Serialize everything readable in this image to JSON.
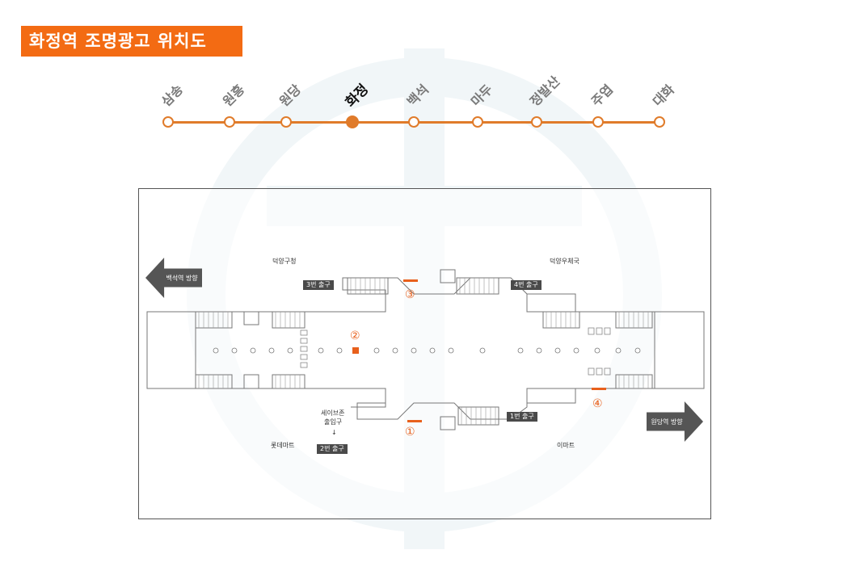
{
  "title": "화정역 조명광고 위치도",
  "colors": {
    "accent": "#f36b13",
    "line": "#e07b2a",
    "marker": "#e8601c",
    "watermark": "#f1f6f8"
  },
  "stations": [
    {
      "name": "삼송",
      "current": false
    },
    {
      "name": "원흥",
      "current": false
    },
    {
      "name": "원당",
      "current": false
    },
    {
      "name": "화정",
      "current": true
    },
    {
      "name": "백석",
      "current": false
    },
    {
      "name": "마두",
      "current": false
    },
    {
      "name": "정발산",
      "current": false
    },
    {
      "name": "주엽",
      "current": false
    },
    {
      "name": "대화",
      "current": false
    }
  ],
  "map": {
    "landmarks": {
      "deogyang_office": "덕양구청",
      "deogyang_post": "덕양우체국",
      "lotte_mart": "롯데마트",
      "emart": "이마트",
      "safe_zone": "세이브존",
      "entrance": "출입구",
      "down_arrow": "↓"
    },
    "exits": {
      "exit1": "1번 출구",
      "exit2": "2번 출구",
      "exit3": "3번 출구",
      "exit4": "4번 출구"
    },
    "directions": {
      "left": "백석역 방향",
      "right": "원당역 방향"
    },
    "markers": [
      "①",
      "②",
      "③",
      "④"
    ]
  }
}
